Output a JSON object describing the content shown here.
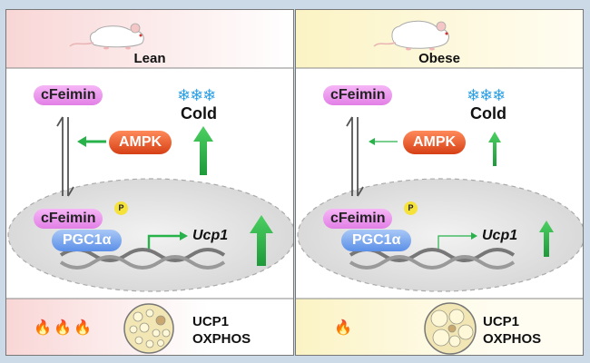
{
  "colors": {
    "lean_bg": "#fbe3e3",
    "obese_bg": "#fbf6cf",
    "arrow_green": "#27b24a",
    "ampk": "#d64015",
    "cfeimin": "#e27fe6",
    "pgc": "#5b8fe8"
  },
  "icons": {
    "mouse": "mouse-icon",
    "snowflake": "snowflake-icon",
    "flame": "flame-icon",
    "adipocyte": "adipocyte-icon",
    "dna": "dna-icon"
  },
  "panels": [
    {
      "label": "Lean",
      "cfeimin": "cFeimin",
      "cfeimin_nuclear": "cFeimin",
      "phospho": "P",
      "cold": "Cold",
      "snowflakes": "❄❄❄",
      "ampk": "AMPK",
      "pgc": "PGC1α",
      "gene": "Ucp1",
      "markers": [
        "UCP1",
        "OXPHOS"
      ],
      "flames": 3
    },
    {
      "label": "Obese",
      "cfeimin": "cFeimin",
      "cfeimin_nuclear": "cFeimin",
      "phospho": "P",
      "cold": "Cold",
      "snowflakes": "❄❄❄",
      "ampk": "AMPK",
      "pgc": "PGC1α",
      "gene": "Ucp1",
      "markers": [
        "UCP1",
        "OXPHOS"
      ],
      "flames": 1
    }
  ]
}
